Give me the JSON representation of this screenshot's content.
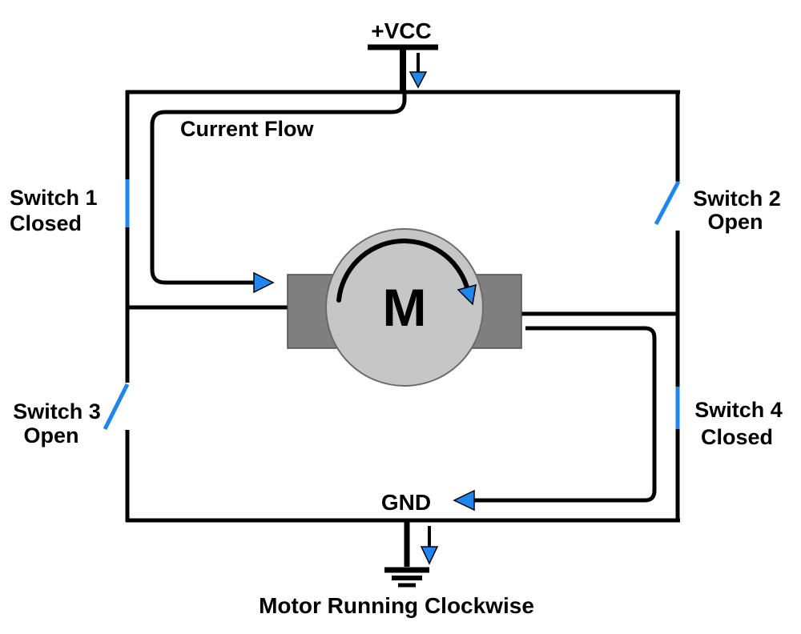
{
  "diagram": {
    "power_label": "+VCC",
    "ground_label": "GND",
    "current_flow_label": "Current Flow",
    "motor_letter": "M",
    "caption": "Motor Running Clockwise",
    "switches": [
      {
        "name": "Switch 1",
        "state": "Closed"
      },
      {
        "name": "Switch 2",
        "state": "Open"
      },
      {
        "name": "Switch 3",
        "state": "Open"
      },
      {
        "name": "Switch 4",
        "state": "Closed"
      }
    ]
  },
  "colors": {
    "wire": "#000000",
    "current_blue": "#1f86ee",
    "motor_body": "#c6c6c6",
    "motor_terminal": "#7f7f7f",
    "background": "#ffffff",
    "text": "#000000"
  }
}
